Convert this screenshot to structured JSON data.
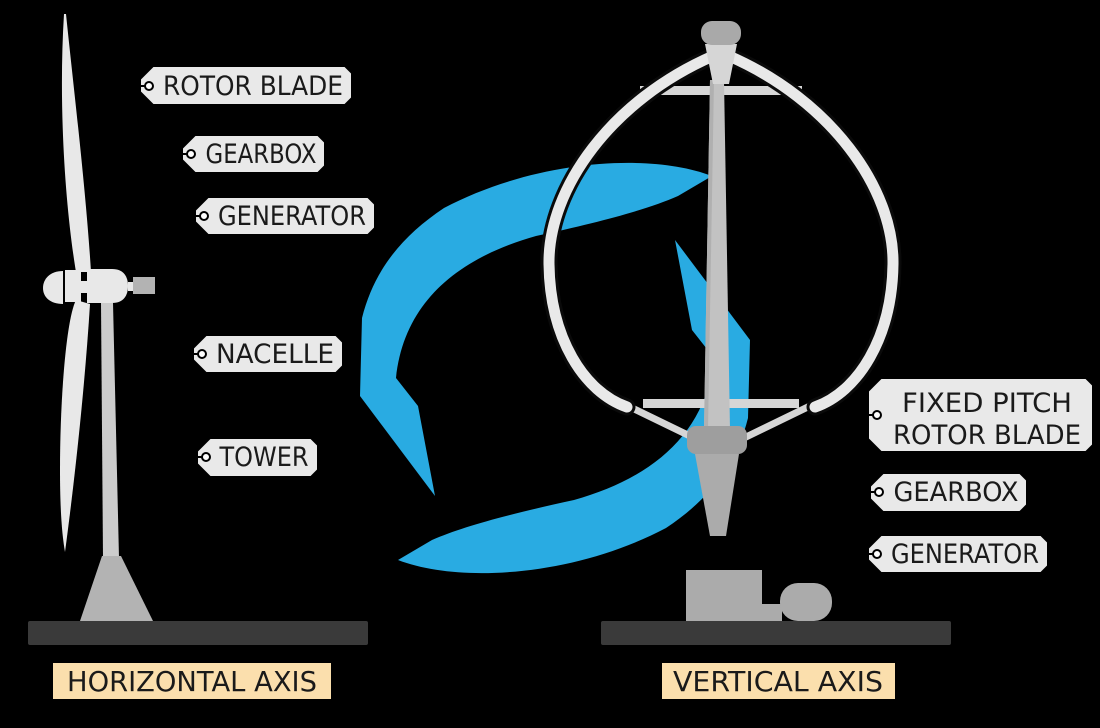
{
  "diagram": {
    "center_icon": "rotation-arrows",
    "left": {
      "caption": "HORIZONTAL AXIS",
      "labels": [
        {
          "text": "ROTOR BLADE"
        },
        {
          "text": "GEARBOX"
        },
        {
          "text": "GENERATOR"
        },
        {
          "text": "NACELLE"
        },
        {
          "text": "TOWER"
        }
      ]
    },
    "right": {
      "caption": "VERTICAL AXIS",
      "labels": [
        {
          "text_line1": "FIXED PITCH",
          "text_line2": "ROTOR BLADE"
        },
        {
          "text": "GEARBOX"
        },
        {
          "text": "GENERATOR"
        }
      ]
    }
  },
  "colors": {
    "background": "#000000",
    "accent_blue": "#29ABE2",
    "tag_fill": "#E9E9E9",
    "caption_fill": "#FBDFAD",
    "ground": "#3A3A3A"
  }
}
